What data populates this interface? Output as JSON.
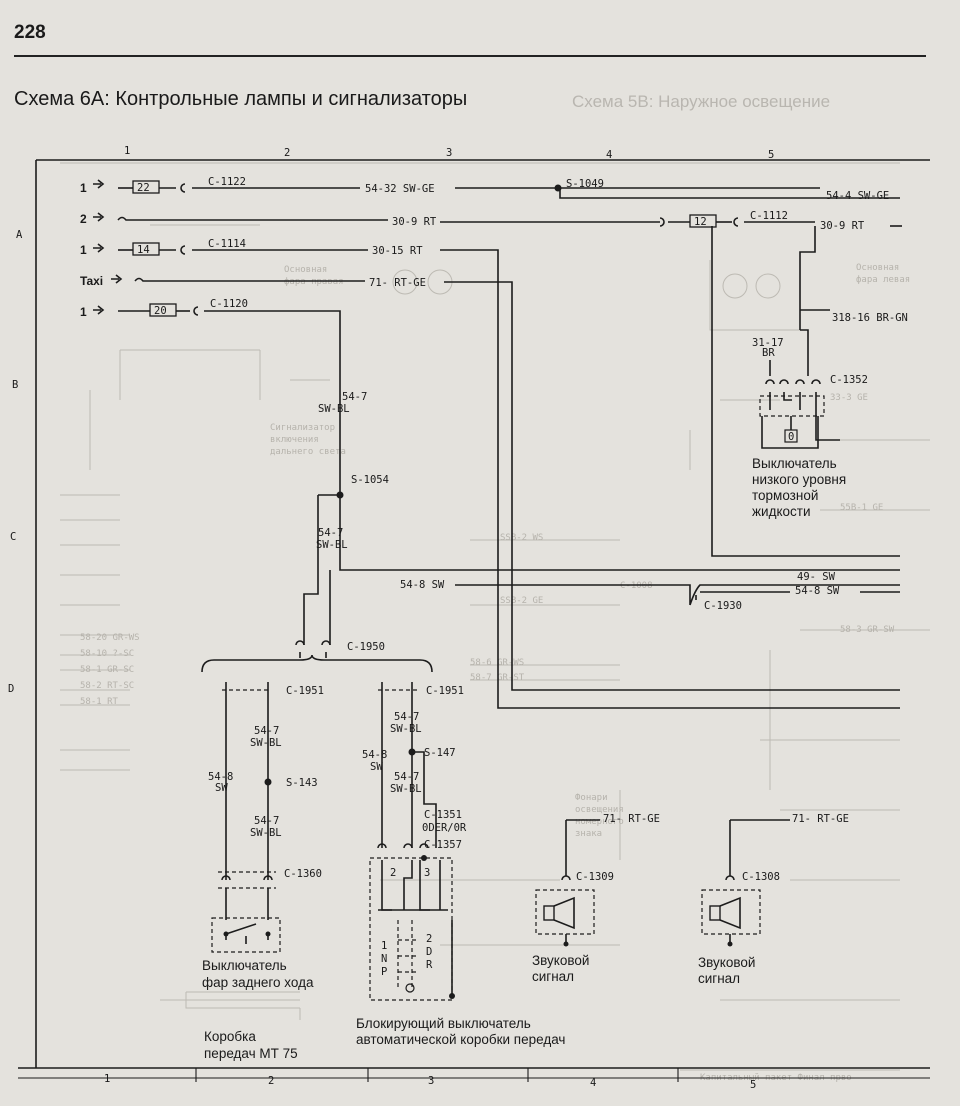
{
  "page_number": "228",
  "title": "Схема 6А: Контрольные лампы и сигнализаторы",
  "ghost_title": "Схема 5В: Наружное освещение",
  "columns": [
    "1",
    "2",
    "3",
    "4",
    "5"
  ],
  "rows": [
    "A",
    "B",
    "C",
    "D"
  ],
  "inputs": [
    {
      "label": "1",
      "fuse": "22",
      "connector": "C-1122",
      "wire": "54-32 SW-GE"
    },
    {
      "label": "2",
      "connector": "",
      "wire": "30-9 RT"
    },
    {
      "label": "1",
      "fuse": "14",
      "connector": "C-1114",
      "wire": "30-15 RT"
    },
    {
      "label": "Taxi",
      "connector": "",
      "wire": "71- RT-GE"
    },
    {
      "label": "1",
      "fuse": "20",
      "connector": "C-1120",
      "wire": ""
    }
  ],
  "right_labels": {
    "wire_54_4": "54-4 SW-GE",
    "fuse_12": "12",
    "c1112": "C-1112",
    "wire_30_9_right": "30-9 RT",
    "wire_318": "318-16 BR-GN",
    "wire_31_17": "31-17",
    "br": "BR",
    "c1352": "C-1352",
    "wire_49": "49- SW",
    "wire_54_8_right": "54-8 SW",
    "c1930": "C-1930"
  },
  "splices": {
    "s1049": "S-1049",
    "s1054": "S-1054",
    "s147": "S-147",
    "s143": "S-143"
  },
  "wires": {
    "w54_7_a": "54-7",
    "w54_7_a_color": "SW-BL",
    "w54_7_b": "54-7",
    "w54_7_b_color": "SW-BL",
    "w54_8_sw": "54-8 SW",
    "c1950": "C-1950",
    "c1951_left": "C-1951",
    "c1951_right": "C-1951",
    "l_54_7": "54-7",
    "l_54_7_color": "SW-BL",
    "l_54_8": "54-8",
    "l_sw": "SW",
    "l_54_7_b": "54-7",
    "l_54_7_b_color": "SW-BL",
    "c1360": "C-1360",
    "m_54_7": "54-7",
    "m_54_7_color": "SW-BL",
    "m_54_8": "54-8",
    "m_sw": "SW",
    "m_54_7_b": "54-7",
    "m_54_7_b_color": "SW-BL",
    "c1351": "C-1351",
    "c1351_color": "0DER/0R",
    "c1357": "C-1357",
    "w71_a": "71- RT-GE",
    "w71_b": "71- RT-GE",
    "c1309": "C-1309",
    "c1308": "C-1308"
  },
  "gear_positions": [
    "1",
    "N",
    "P",
    "2",
    "D",
    "R"
  ],
  "components": {
    "brake_switch": [
      "Выключатель",
      "низкого уровня",
      "тормозной",
      "жидкости"
    ],
    "reverse_switch": [
      "Выключатель",
      "фар заднего хода"
    ],
    "gearbox_mt": [
      "Коробка",
      "передач МТ 75"
    ],
    "inhibitor_switch": [
      "Блокирующий выключатель",
      "автоматической коробки передач"
    ],
    "horn_left": [
      "Звуковой",
      "сигнал"
    ],
    "horn_right": [
      "Звуковой",
      "сигнал"
    ]
  },
  "colors": {
    "line": "#1c1c1c",
    "ghost": "#b8b5ae",
    "paper": "#e4e2dd"
  }
}
